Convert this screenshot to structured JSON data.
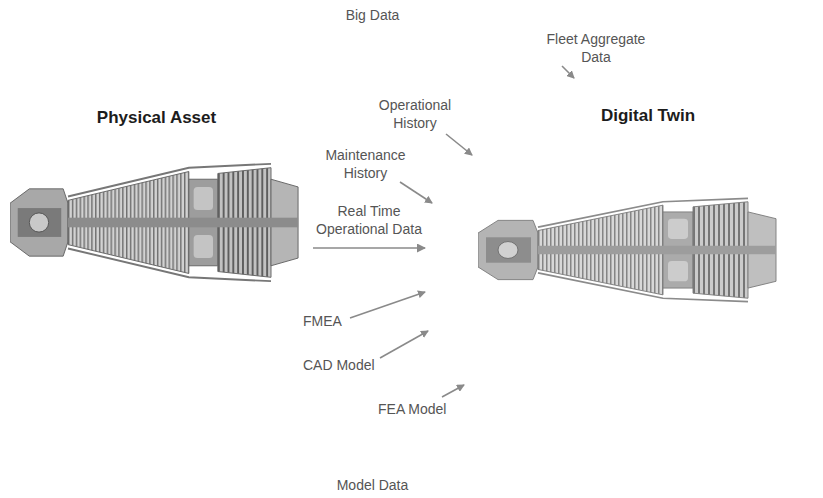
{
  "diagram": {
    "nodes": [
      {
        "text": [
          "Physical Asset"
        ]
      },
      {
        "text": [
          "Big Data",
          "Fleet Aggregate Data",
          "Operational History",
          "Maintenance History"
        ]
      },
      {
        "text": [
          "Digital Twin"
        ]
      },
      {
        "text": [
          "Model Data",
          "FMEA",
          "CAD Model",
          "FEA Model"
        ]
      }
    ],
    "edges": [
      {
        "from": 0,
        "to": 2,
        "arrow": "to",
        "label": "Real Time Operational Data"
      }
    ]
  }
}
